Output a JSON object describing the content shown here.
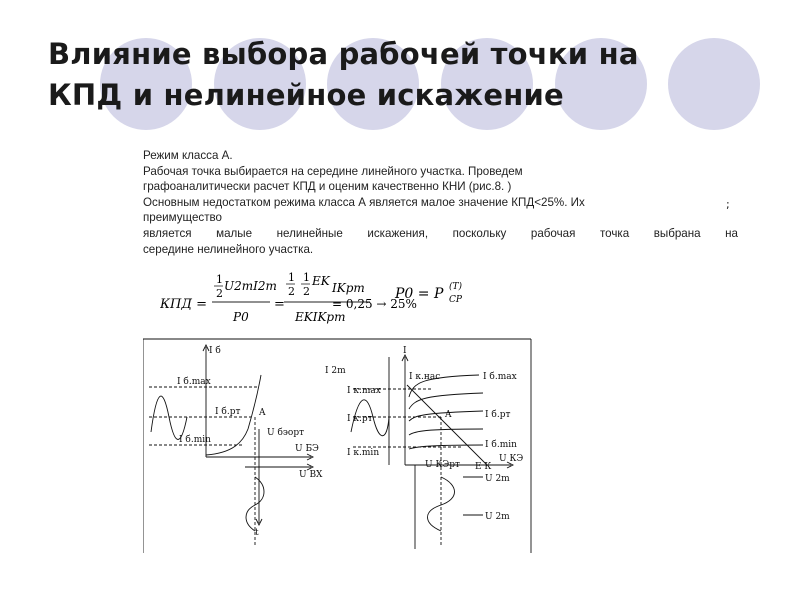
{
  "slide": {
    "title_line1": "Влияние выбора рабочей точки на",
    "title_line2": "КПД и нелинейное искажение"
  },
  "body": {
    "line1": "Режим класса А.",
    "line2": "Рабочая точка выбирается на середине линейного участка. Проведем",
    "line3": "графоаналитически расчет КПД и оценим качественно КНИ (рис.8.  )",
    "line4": "Основным недостатком режима класса А является малое значение КПД<25%. Их",
    "line5": "преимущество",
    "line6": "является малые нелинейные искажения, поскольку рабочая точка выбрана на",
    "line7": "середине нелинейного участка.",
    "semicolon": ";"
  },
  "formula": {
    "lhs": "КПД =",
    "half": "1",
    "two": "2",
    "u2m_i2m": "U2mI2m",
    "p0": "P0",
    "ek": "EK",
    "ikpm": "IKpm",
    "ekikpm": "EKIKpm",
    "result": "= 0,25 → 25%",
    "p0_eq": "P0 = P",
    "cp_sub": "CP",
    "t_sup": "(T)"
  },
  "figure_labels": {
    "ib_axis": "I б",
    "ib_max": "I б.max",
    "ib_rt": "I б.рт",
    "ib_min": "I б.min",
    "a_left": "A",
    "u_beort": "U бэорт",
    "u_be": "U БЭ",
    "u_vx": "U ВХ",
    "t": "t",
    "i2m": "I 2m",
    "ik_max": "I к.max",
    "ik_rt": "I к.рт",
    "ik_min": "I к.min",
    "ik_nas": "I к.нас",
    "ib_max_r": "I б.max",
    "ib_rt_r": "I б.рт",
    "ib_min_r": "I б.min",
    "a_right": "A",
    "u_ke": "U КЭ",
    "u_kert": "U КЭрт",
    "ek": "E К",
    "u2m": "U 2m",
    "u2m_b": "U 2m",
    "i_axis": "I"
  }
}
